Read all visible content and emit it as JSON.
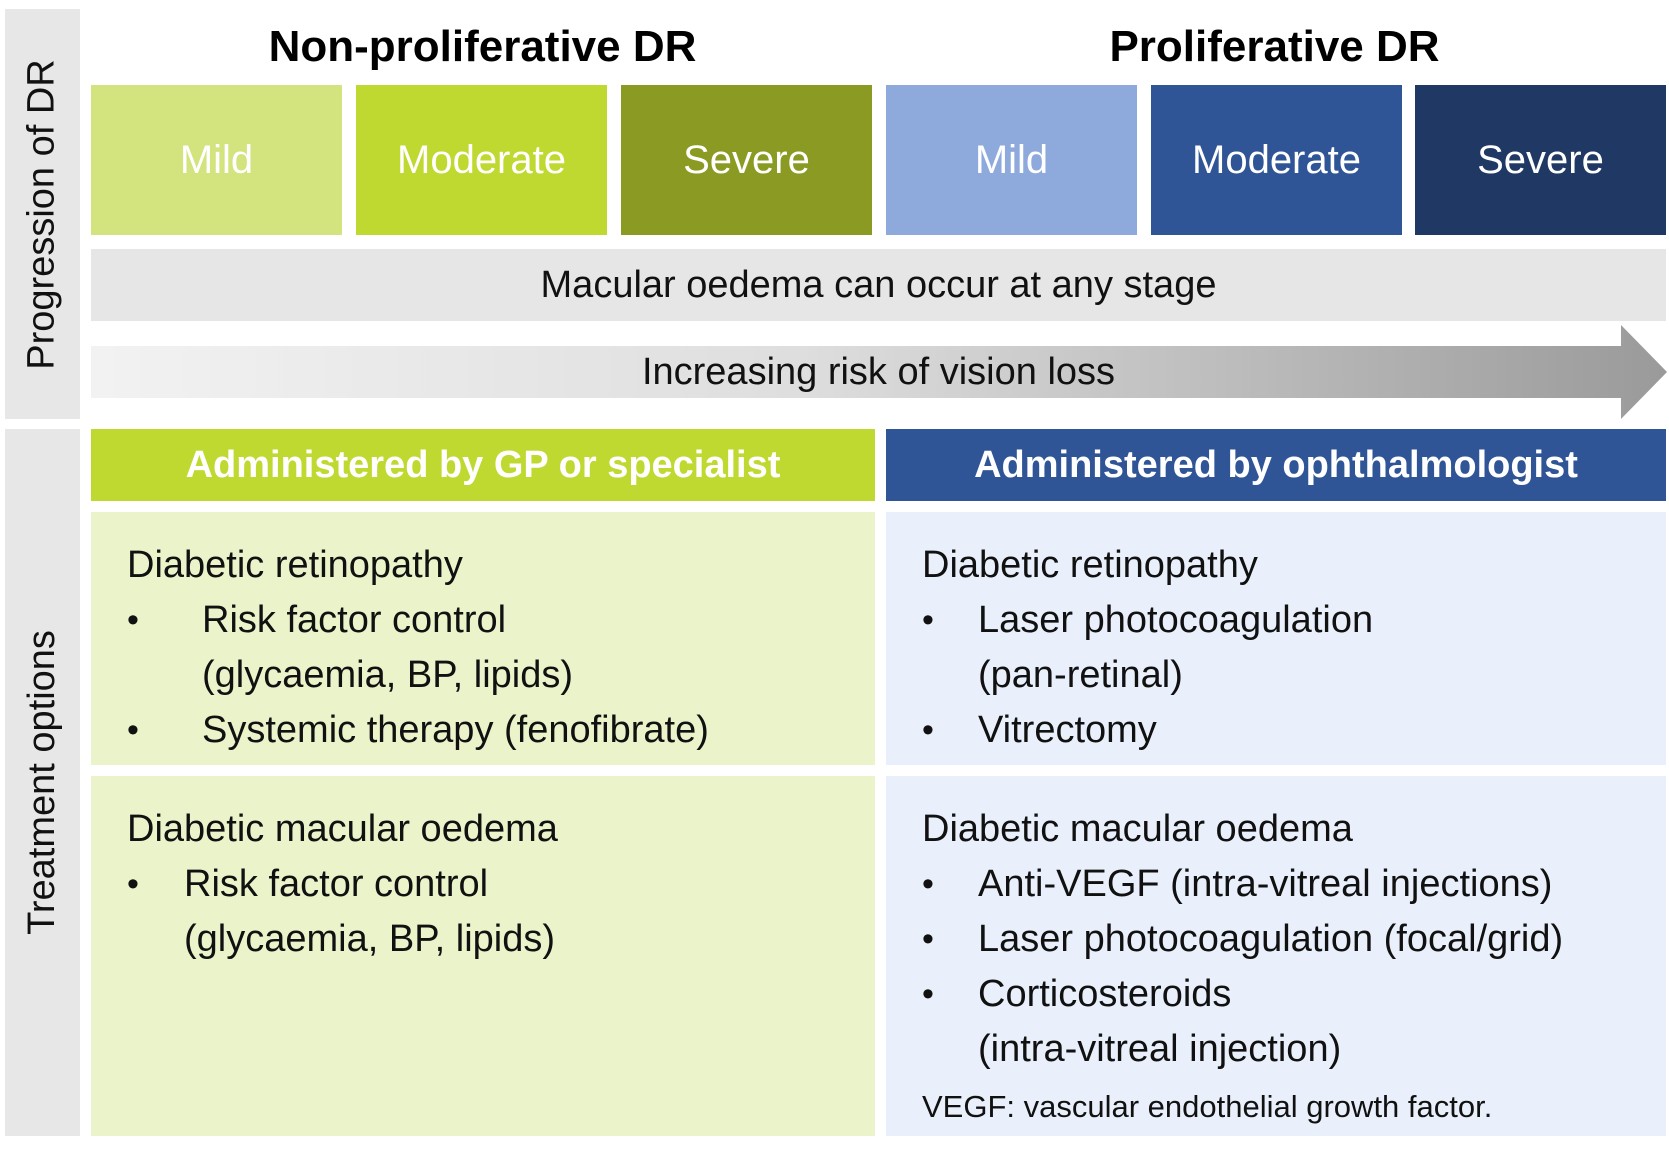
{
  "side_labels": {
    "progression": "Progression of DR",
    "treatment": "Treatment options"
  },
  "headers": {
    "non_proliferative": "Non-proliferative DR",
    "proliferative": "Proliferative DR"
  },
  "stages": [
    {
      "label": "Mild",
      "color": "#d3e47f"
    },
    {
      "label": "Moderate",
      "color": "#c0d931"
    },
    {
      "label": "Severe",
      "color": "#8a9a22"
    },
    {
      "label": "Mild",
      "color": "#8eaadc"
    },
    {
      "label": "Moderate",
      "color": "#2f5597"
    },
    {
      "label": "Severe",
      "color": "#203864"
    }
  ],
  "oedema_note": "Macular oedema can occur at any stage",
  "risk_arrow": "Increasing risk of vision loss",
  "treatment": {
    "gp_header": "Administered by GP or specialist",
    "ophth_header": "Administered by ophthalmologist",
    "gp_dr": {
      "title": "Diabetic retinopathy",
      "items": [
        {
          "lines": [
            "Risk factor control",
            "(glycaemia, BP, lipids)"
          ]
        },
        {
          "lines": [
            "Systemic therapy (fenofibrate)"
          ]
        }
      ]
    },
    "gp_dme": {
      "title": "Diabetic macular oedema",
      "items": [
        {
          "lines": [
            "Risk factor control",
            "(glycaemia, BP, lipids)"
          ]
        }
      ]
    },
    "ophth_dr": {
      "title": "Diabetic retinopathy",
      "items": [
        {
          "lines": [
            "Laser photocoagulation",
            "(pan-retinal)"
          ]
        },
        {
          "lines": [
            "Vitrectomy"
          ]
        }
      ]
    },
    "ophth_dme": {
      "title": "Diabetic macular oedema",
      "items": [
        {
          "lines": [
            "Anti-VEGF (intra-vitreal injections)"
          ]
        },
        {
          "lines": [
            "Laser photocoagulation (focal/grid)"
          ]
        },
        {
          "lines": [
            "Corticosteroids",
            "(intra-vitreal injection)"
          ]
        }
      ]
    },
    "footnote": "VEGF: vascular endothelial growth factor."
  },
  "colors": {
    "gp_header": "#c0d931",
    "ophth_header": "#2f5597",
    "gp_panel": "#ebf3ca",
    "ophth_panel": "#e9f0fb"
  }
}
